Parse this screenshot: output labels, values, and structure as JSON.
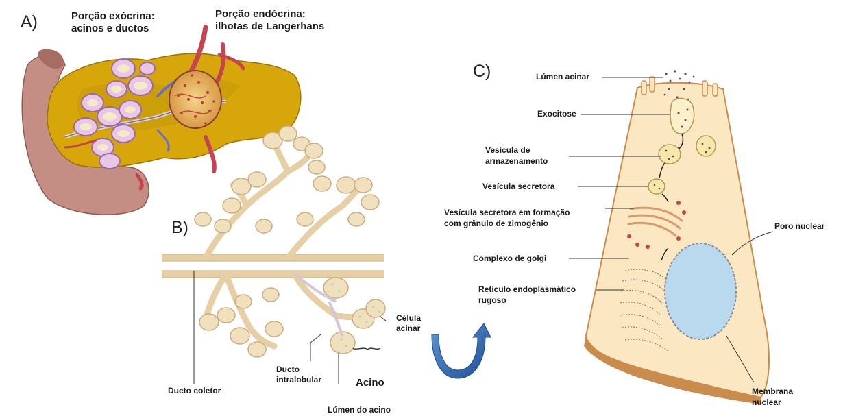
{
  "panels": {
    "a": {
      "letter": "A)",
      "exocrine_label": "Porção exócrina:\nacinos e ductos",
      "endocrine_label": "Porção endócrina:\nilhotas de Langerhans"
    },
    "b": {
      "letter": "B)",
      "labels": {
        "ducto_coletor": "Ducto coletor",
        "ducto_intralobular": "Ducto\nintralobular",
        "lumen_acino": "Lúmen do acino",
        "acino": "Acino",
        "celula_acinar": "Célula\nacinar"
      }
    },
    "c": {
      "letter": "C)",
      "labels": {
        "lumen_acinar": "Lúmen acinar",
        "exocitose": "Exocitose",
        "vesicula_armazenamento": "Vesícula de\narmazenamento",
        "vesicula_secretora": "Vesícula secretora",
        "vesicula_formacao": "Vesícula secretora em formação\ncom grânulo de zimogênio",
        "complexo_golgi": "Complexo de golgi",
        "reticulo": "Retículo endoplasmático\nrugoso",
        "poro_nuclear": "Poro nuclear",
        "membrana_nuclear": "Membrana\nnuclear"
      }
    }
  },
  "colors": {
    "pancreas": "#d8a90a",
    "duodenum": "#c9948a",
    "acinus_tissue": "#f3e3c4",
    "cell_cytoplasm": "#fbe8c2",
    "cell_border": "#d8a35e",
    "nucleus": "#b9d9ee",
    "arrow_blue": "#2f6db5"
  }
}
